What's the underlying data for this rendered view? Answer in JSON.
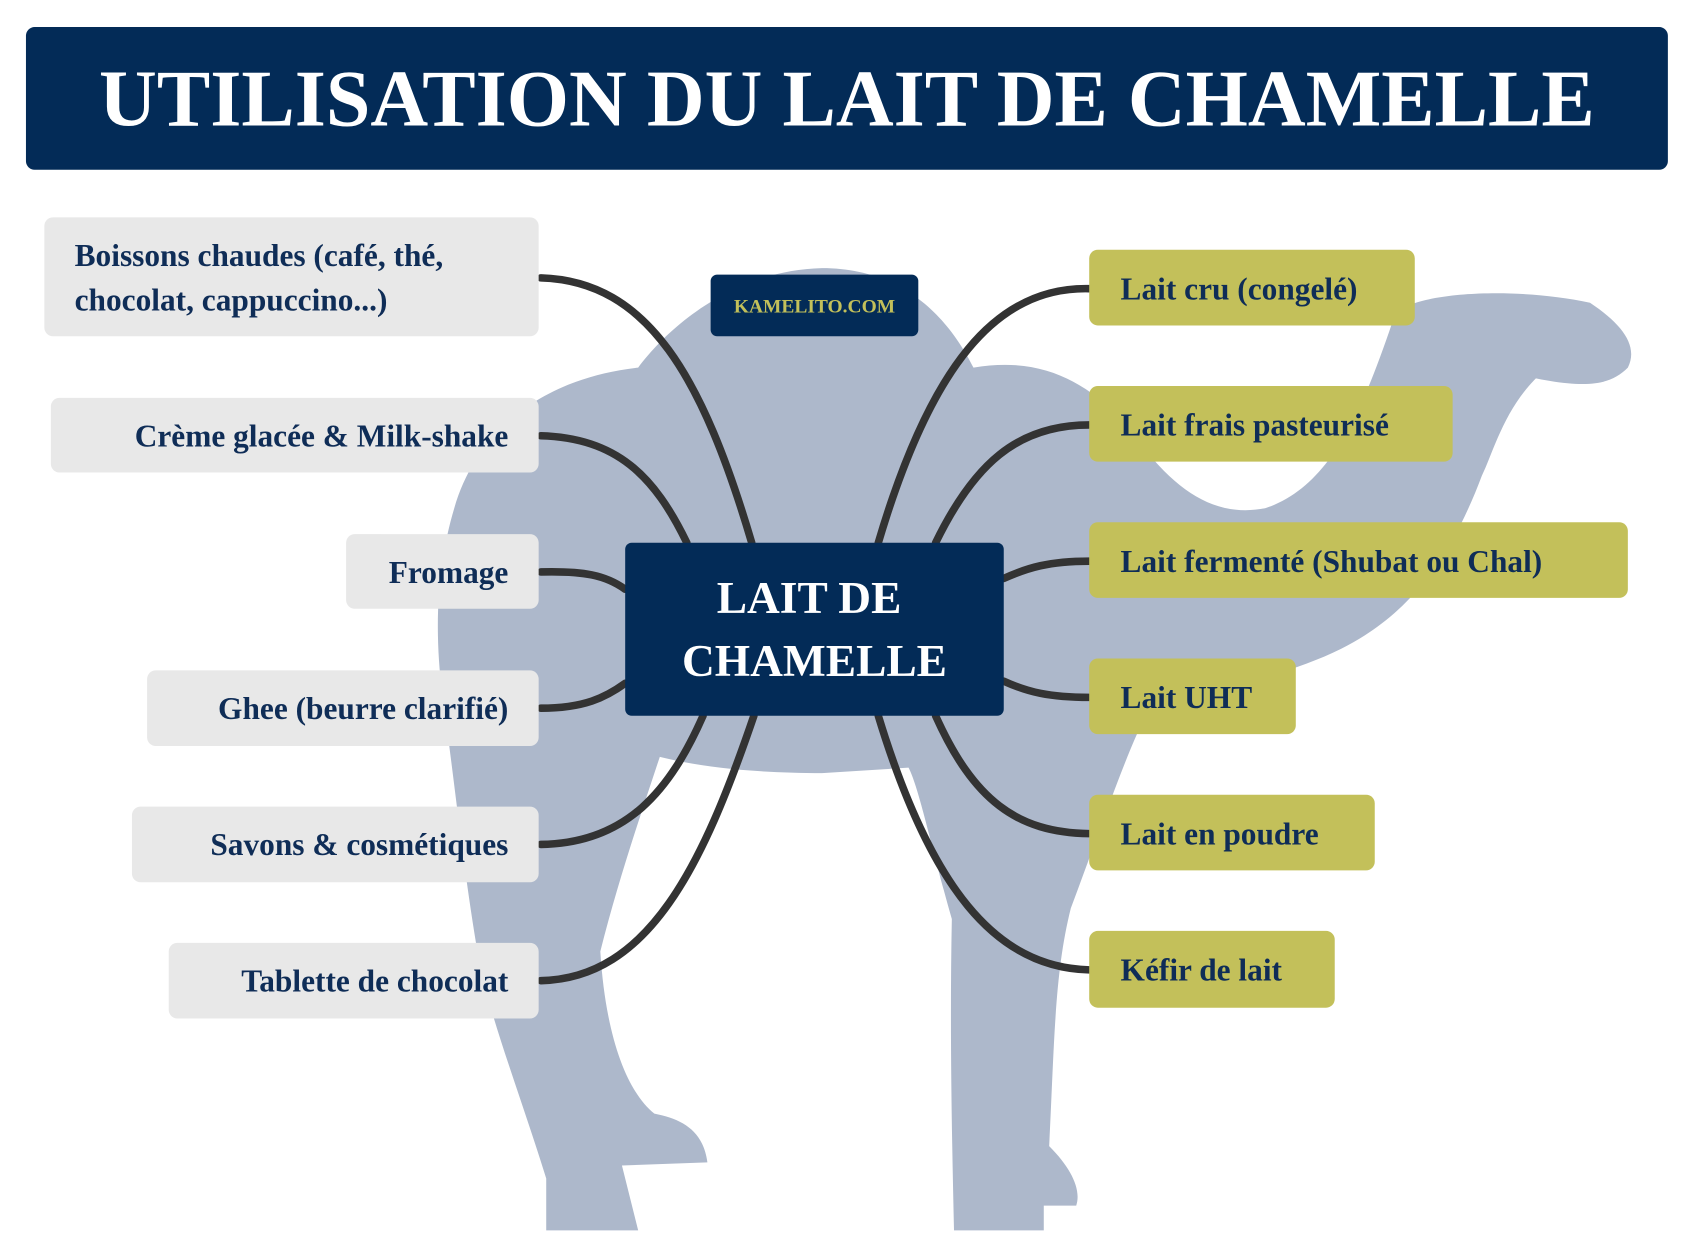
{
  "title": "UTILISATION DU LAIT DE CHAMELLE",
  "watermark": "KAMELITO.COM",
  "center": {
    "line1": "LAIT DE",
    "line2": "CHAMELLE"
  },
  "left_items": [
    {
      "line1": "Boissons chaudes (café, thé,",
      "line2": "chocolat, cappuccino...)"
    },
    {
      "label": "Crème glacée & Milk-shake"
    },
    {
      "label": "Fromage"
    },
    {
      "label": "Ghee (beurre clarifié)"
    },
    {
      "label": "Savons & cosmétiques"
    },
    {
      "label": "Tablette de chocolat"
    }
  ],
  "right_items": [
    {
      "label": "Lait cru (congelé)"
    },
    {
      "label": "Lait frais pasteurisé"
    },
    {
      "label": "Lait fermenté (Shubat ou Chal)"
    },
    {
      "label": "Lait UHT"
    },
    {
      "label": "Lait en poudre"
    },
    {
      "label": "Kéfir de lait"
    }
  ],
  "colors": {
    "navy": "#032b57",
    "left_box": "#e8e8e8",
    "right_box": "#c3c05a",
    "camel": "#adb8cb",
    "link": "#333333"
  }
}
